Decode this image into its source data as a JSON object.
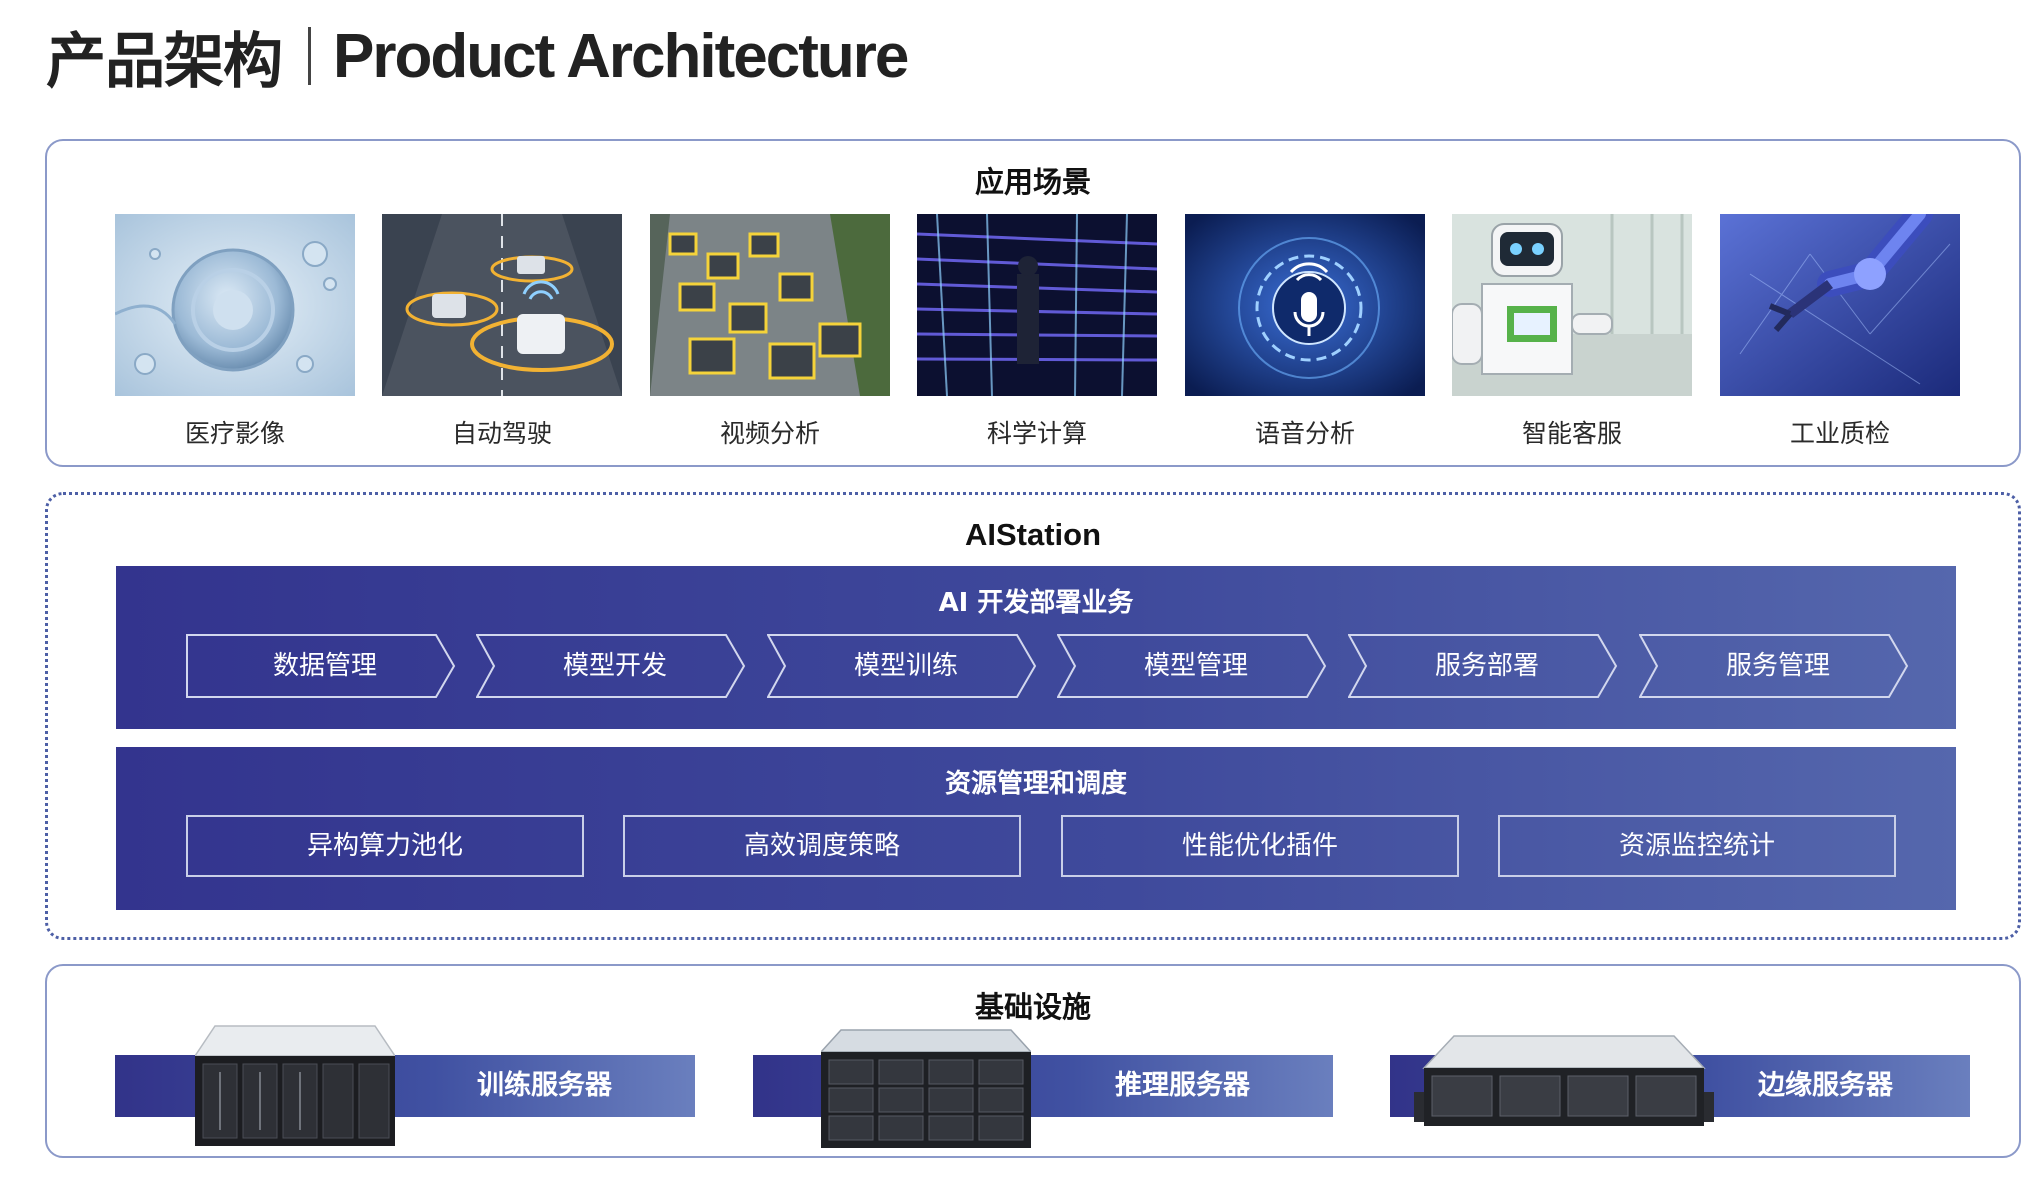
{
  "header": {
    "title_cn": "产品架构",
    "title_en": "Product Architecture"
  },
  "scenes": {
    "title": "应用场景",
    "items": [
      {
        "label": "医疗影像",
        "icon": "medical-imaging-photo"
      },
      {
        "label": "自动驾驶",
        "icon": "autonomous-driving-photo"
      },
      {
        "label": "视频分析",
        "icon": "video-analysis-photo"
      },
      {
        "label": "科学计算",
        "icon": "scientific-computing-photo"
      },
      {
        "label": "语音分析",
        "icon": "voice-analysis-photo"
      },
      {
        "label": "智能客服",
        "icon": "smart-service-robot-photo"
      },
      {
        "label": "工业质检",
        "icon": "industrial-robot-arm-photo"
      }
    ]
  },
  "aistation": {
    "title": "AIStation",
    "dev": {
      "title": "AI 开发部署业务",
      "steps": [
        "数据管理",
        "模型开发",
        "模型训练",
        "模型管理",
        "服务部署",
        "服务管理"
      ]
    },
    "resource": {
      "title": "资源管理和调度",
      "items": [
        "异构算力池化",
        "高效调度策略",
        "性能优化插件",
        "资源监控统计"
      ]
    }
  },
  "infra": {
    "title": "基础设施",
    "servers": [
      {
        "label": "训练服务器",
        "icon": "training-server-image"
      },
      {
        "label": "推理服务器",
        "icon": "inference-server-image"
      },
      {
        "label": "边缘服务器",
        "icon": "edge-server-image"
      }
    ]
  },
  "colors": {
    "band_dark": "#33348e",
    "band_light": "#5567ad",
    "frame_border": "#8b99c9",
    "dotted_border": "#4d5fa6"
  }
}
